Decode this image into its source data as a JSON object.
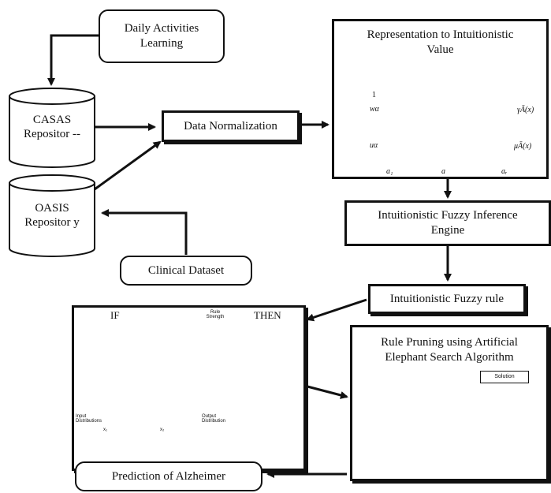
{
  "nodes": {
    "daily_activities": "Daily Activities Learning",
    "casas": "CASAS Repositor --",
    "oasis": "OASIS Repositor y",
    "clinical": "Clinical Dataset",
    "data_norm": "Data Normalization",
    "representation": "Representation to Intuitionistic Value",
    "inference": "Intuitionistic Fuzzy Inference Engine",
    "fuzzy_rule": "Intuitionistic Fuzzy rule",
    "pruning": "Rule Pruning using Artificial Elephant Search Algorithm",
    "prediction": "Prediction of Alzheimer"
  },
  "membership_plot": {
    "y_labels": [
      "1",
      "wα",
      "uα"
    ],
    "x_labels": [
      "a₁",
      "a",
      "aᵣ"
    ],
    "curve_labels": [
      "γĀ(x)",
      "μĀ(x)"
    ]
  },
  "rule_panel": {
    "if_label": "IF",
    "rule_strength_label": "Rule Strength",
    "then_label": "THEN",
    "input_dist_label": "Input Distributions",
    "output_dist_label": "Output Distribution",
    "x_labels": [
      "x₁",
      "x₂"
    ]
  },
  "elephant_panel": {
    "solution_label": "Solution"
  }
}
